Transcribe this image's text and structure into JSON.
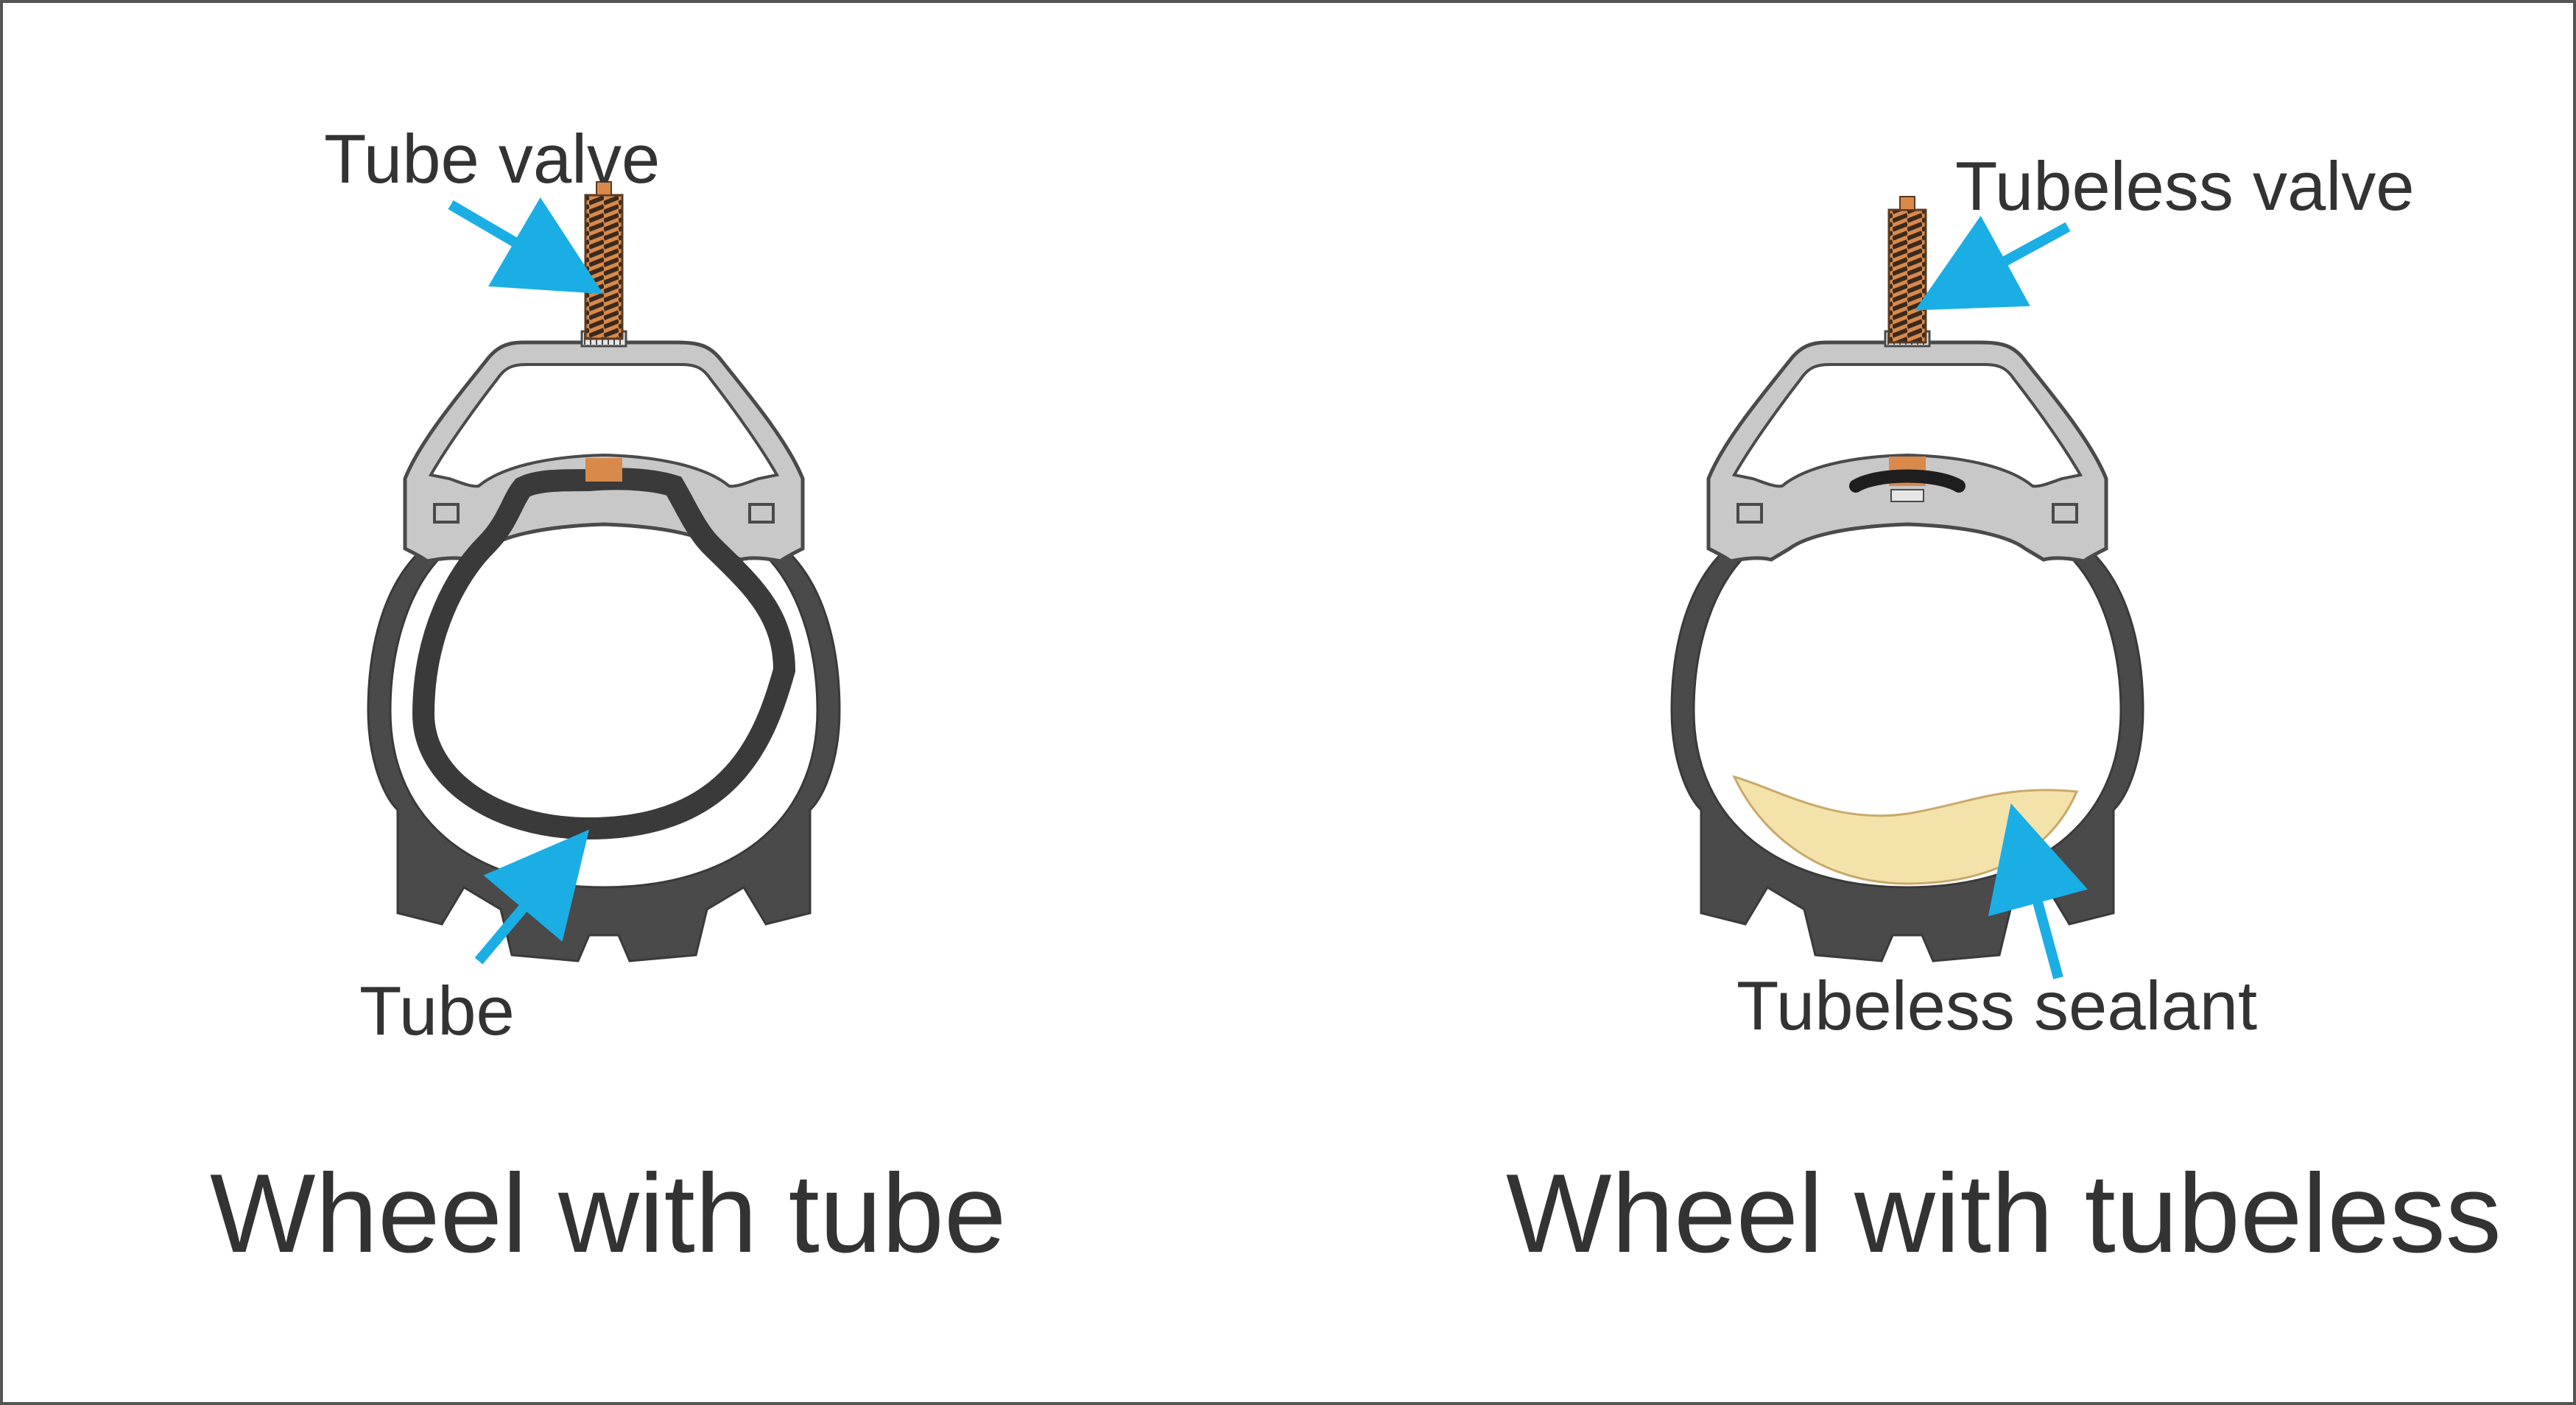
{
  "left_panel": {
    "valve_label": "Tube valve",
    "tube_label": "Tube",
    "caption": "Wheel with tube"
  },
  "right_panel": {
    "valve_label": "Tubeless valve",
    "sealant_label": "Tubeless sealant",
    "caption": "Wheel with tubeless"
  },
  "colors": {
    "arrow": "#1aaee5",
    "tire": "#4a4a4a",
    "rim": "#c8c8c8",
    "valve": "#d9894a",
    "sealant": "#f4e2ab",
    "text": "#333333",
    "frame": "#555555"
  }
}
